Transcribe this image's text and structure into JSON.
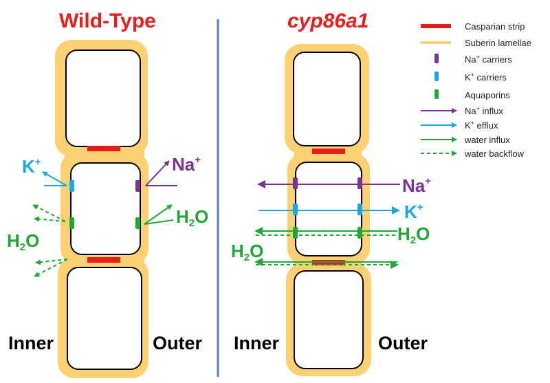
{
  "titles": {
    "wild_type": "Wild-Type",
    "mutant": "cyp86a1"
  },
  "sides": {
    "inner": "Inner",
    "outer": "Outer"
  },
  "ions": {
    "na": {
      "base": "Na",
      "charge": "+"
    },
    "k": {
      "base": "K",
      "charge": "+"
    },
    "water": {
      "prefix": "H",
      "subscript": "2",
      "suffix": "O"
    }
  },
  "legend": [
    {
      "id": "casparian",
      "prefix": "Casparian strip",
      "sup": "",
      "suffix": ""
    },
    {
      "id": "suberin",
      "prefix": "Suberin lamellae",
      "sup": "",
      "suffix": ""
    },
    {
      "id": "na-carriers",
      "prefix": "Na",
      "sup": "+",
      "suffix": " carriers"
    },
    {
      "id": "k-carriers",
      "prefix": "K",
      "sup": "+",
      "suffix": " carriers"
    },
    {
      "id": "aquaporins",
      "prefix": "Aquaporins",
      "sup": "",
      "suffix": ""
    },
    {
      "id": "na-influx",
      "prefix": "Na",
      "sup": "+",
      "suffix": " influx"
    },
    {
      "id": "k-efflux",
      "prefix": "K",
      "sup": "+",
      "suffix": " efflux"
    },
    {
      "id": "water-influx",
      "prefix": "water influx",
      "sup": "",
      "suffix": ""
    },
    {
      "id": "water-backflow",
      "prefix": "water backflow",
      "sup": "",
      "suffix": ""
    }
  ],
  "colors": {
    "casparian": "#e81c1c",
    "suberin": "#fbd173",
    "na": "#7b3294",
    "k": "#1ba7e1",
    "water": "#21a637",
    "divider": "#5a7fbf",
    "title": "#e61e1e"
  }
}
